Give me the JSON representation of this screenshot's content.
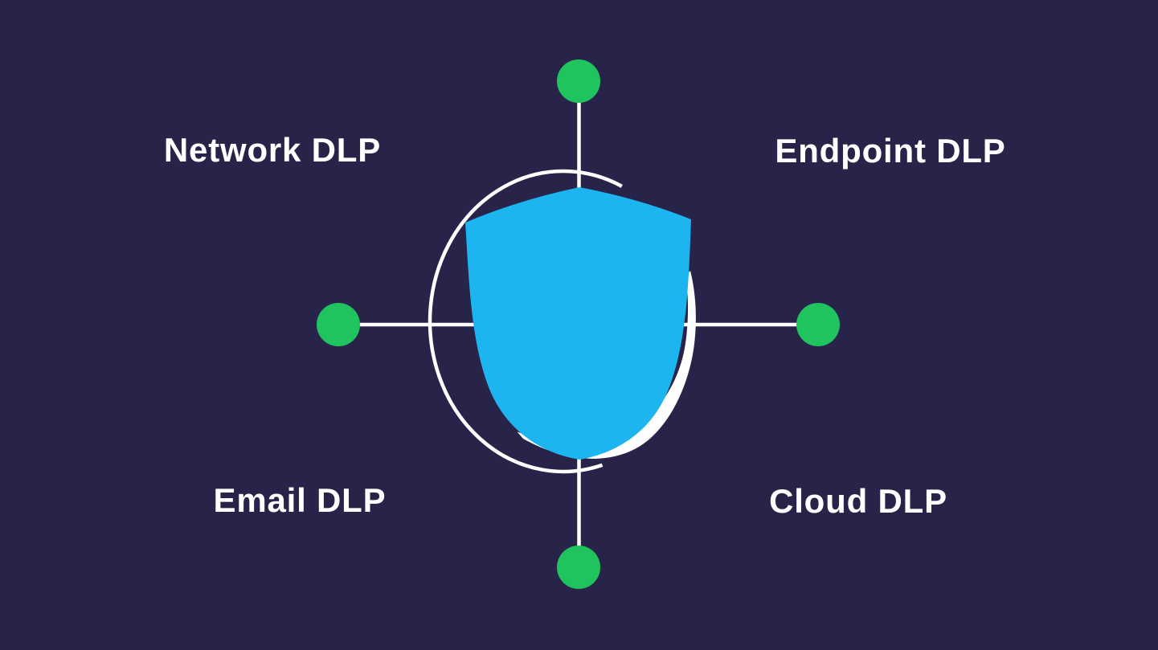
{
  "diagram": {
    "labels": {
      "top_left": "Network DLP",
      "top_right": "Endpoint DLP",
      "bottom_left": "Email DLP",
      "bottom_right": "Cloud DLP"
    },
    "center_icon": "shield-icon",
    "node_count": "4"
  },
  "colors": {
    "background": "#282349",
    "shield_blue": "#1cb5f0",
    "dot_green": "#20c45f",
    "line_white": "#ffffff",
    "text_white": "#ffffff"
  }
}
